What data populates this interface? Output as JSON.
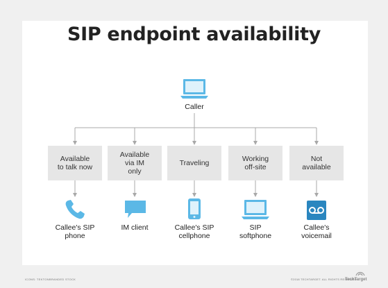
{
  "title": "SIP endpoint availability",
  "caller": {
    "label": "Caller",
    "icon": "laptop-icon"
  },
  "statuses": [
    {
      "label": "Available\nto talk now",
      "endpoint": "Callee's SIP\nphone",
      "icon": "phone-icon"
    },
    {
      "label": "Available\nvia IM\nonly",
      "endpoint": "IM client",
      "icon": "chat-bubble-icon"
    },
    {
      "label": "Traveling",
      "endpoint": "Callee's SIP\ncellphone",
      "icon": "cellphone-icon"
    },
    {
      "label": "Working\noff-site",
      "endpoint": "SIP\nsoftphone",
      "icon": "laptop-icon"
    },
    {
      "label": "Not\navailable",
      "endpoint": "Callee's\nvoicemail",
      "icon": "voicemail-icon"
    }
  ],
  "credits": {
    "left": "ICONS: TEKTONBRANDED STOCK",
    "right": "©2018 TECHTARGET. ALL RIGHTS RESERVED",
    "brand": "TechTarget"
  },
  "colors": {
    "icon": "#5bb8e6",
    "icon_dark": "#2a86bf",
    "box": "#e6e6e6",
    "line": "#a8a8a8"
  }
}
